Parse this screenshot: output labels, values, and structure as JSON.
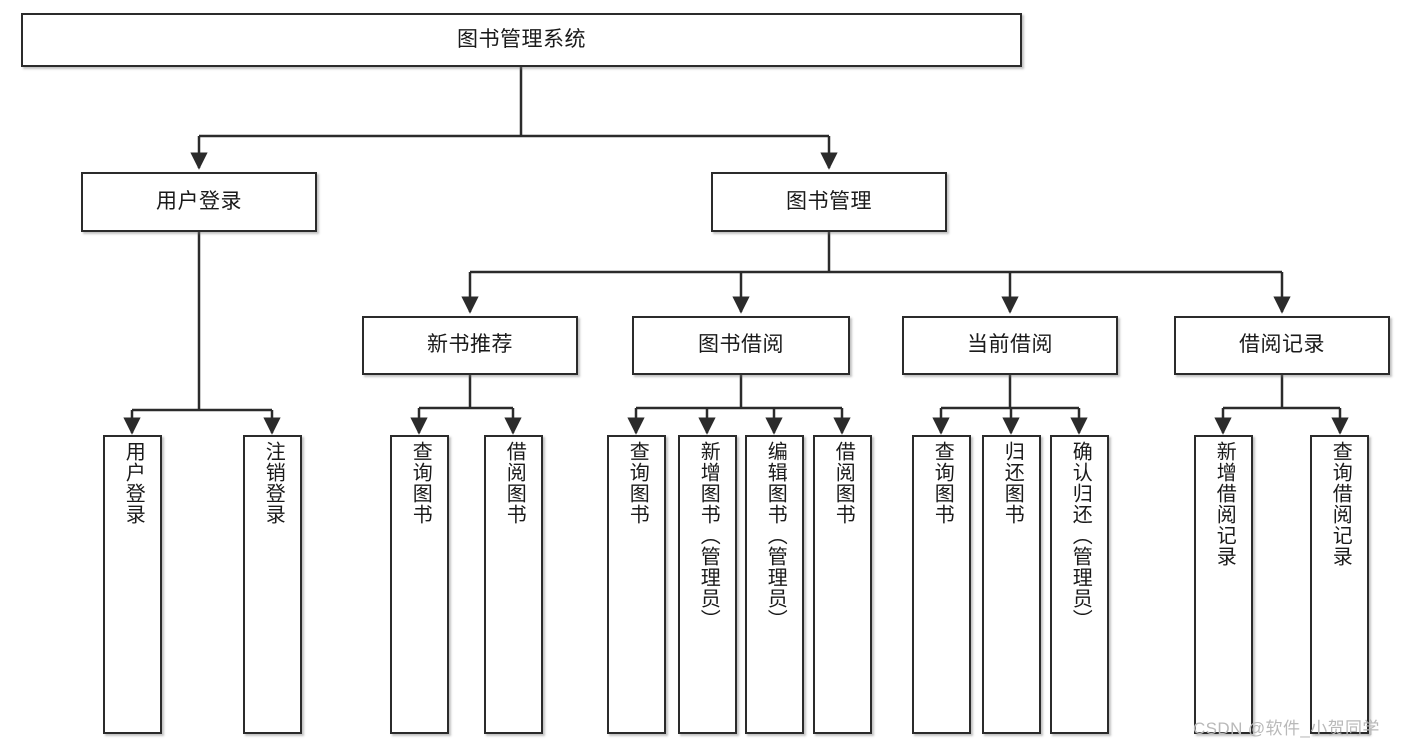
{
  "diagram": {
    "type": "tree",
    "title": "图书管理系统",
    "root": {
      "label": "图书管理系统"
    },
    "level1": [
      {
        "label": "用户登录"
      },
      {
        "label": "图书管理"
      }
    ],
    "level2": [
      {
        "label": "新书推荐"
      },
      {
        "label": "图书借阅"
      },
      {
        "label": "当前借阅"
      },
      {
        "label": "借阅记录"
      }
    ],
    "leaves": {
      "user_login": [
        {
          "label": "用户登录"
        },
        {
          "label": "注销登录"
        }
      ],
      "new_book_recommend": [
        {
          "label": "查询图书"
        },
        {
          "label": "借阅图书"
        }
      ],
      "book_borrow": [
        {
          "label": "查询图书"
        },
        {
          "label": "新增图书（管理员）"
        },
        {
          "label": "编辑图书（管理员）"
        },
        {
          "label": "借阅图书"
        }
      ],
      "current_borrow": [
        {
          "label": "查询图书"
        },
        {
          "label": "归还图书"
        },
        {
          "label": "确认归还（管理员）"
        }
      ],
      "borrow_record": [
        {
          "label": "新增借阅记录"
        },
        {
          "label": "查询借阅记录"
        }
      ]
    }
  },
  "watermark": {
    "text": "CSDN @软件_小贺同学"
  },
  "colors": {
    "border": "#2b2b2b",
    "text": "#1a1a1a",
    "background": "#ffffff",
    "watermark": "#b9b9b9"
  }
}
